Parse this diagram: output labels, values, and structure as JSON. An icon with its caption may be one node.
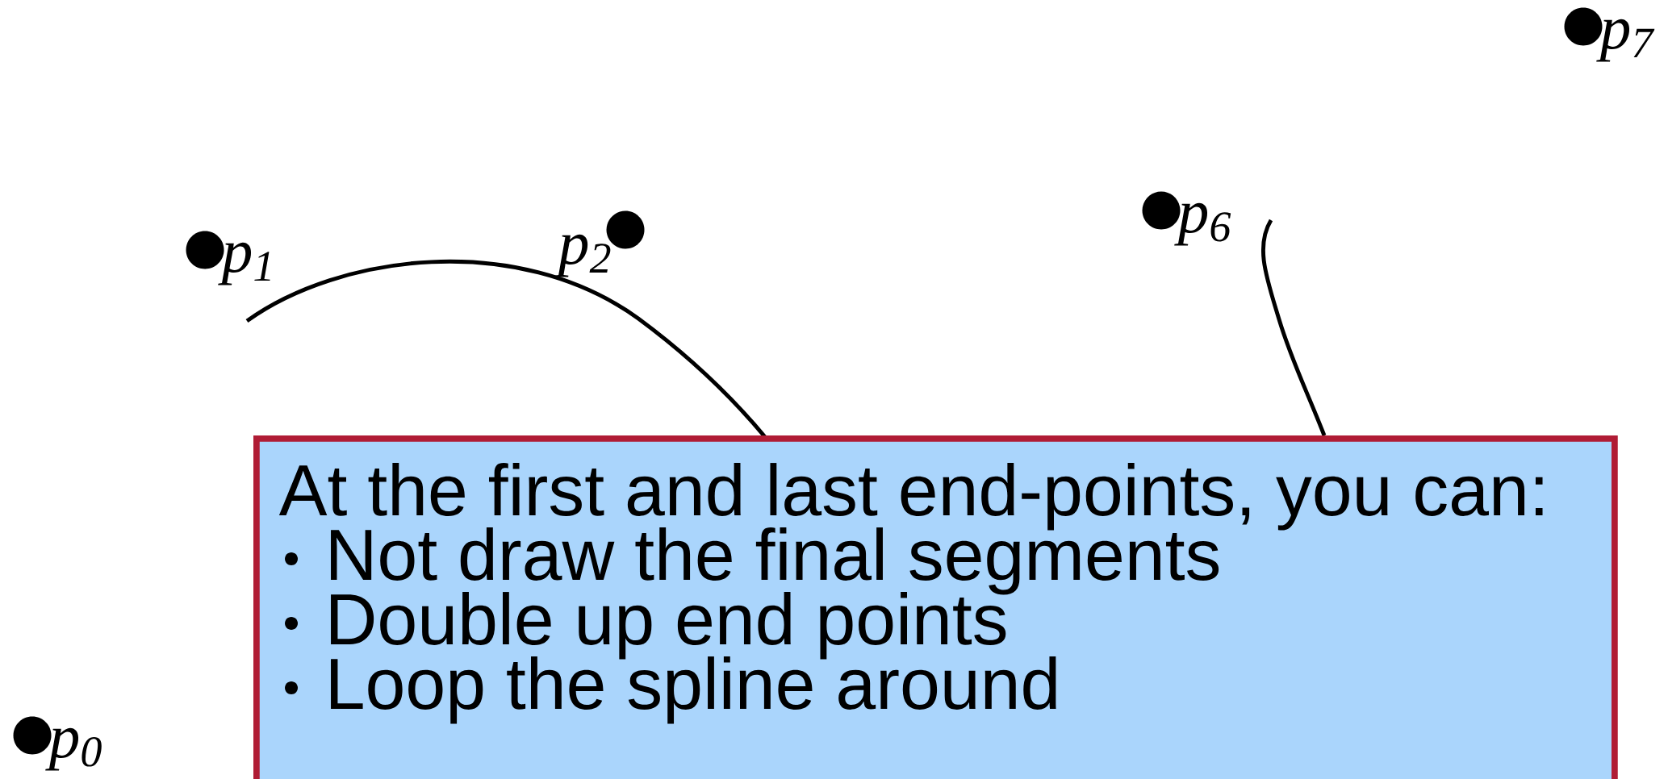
{
  "diagram": {
    "nodes": [
      {
        "text": [
          "p$_{7}$"
        ]
      },
      {
        "text": [
          "p$_{1}$"
        ]
      },
      {
        "text": [
          "p$_{2}$"
        ]
      },
      {
        "text": [
          "p$_{6}$"
        ]
      },
      {
        "text": [
          "At the first and last end-points, you can:",
          "Not draw the final segments",
          "Double up end points",
          "Loop the spline around"
        ]
      },
      {
        "text": [
          "p$_{0}$"
        ]
      }
    ],
    "edges": []
  }
}
